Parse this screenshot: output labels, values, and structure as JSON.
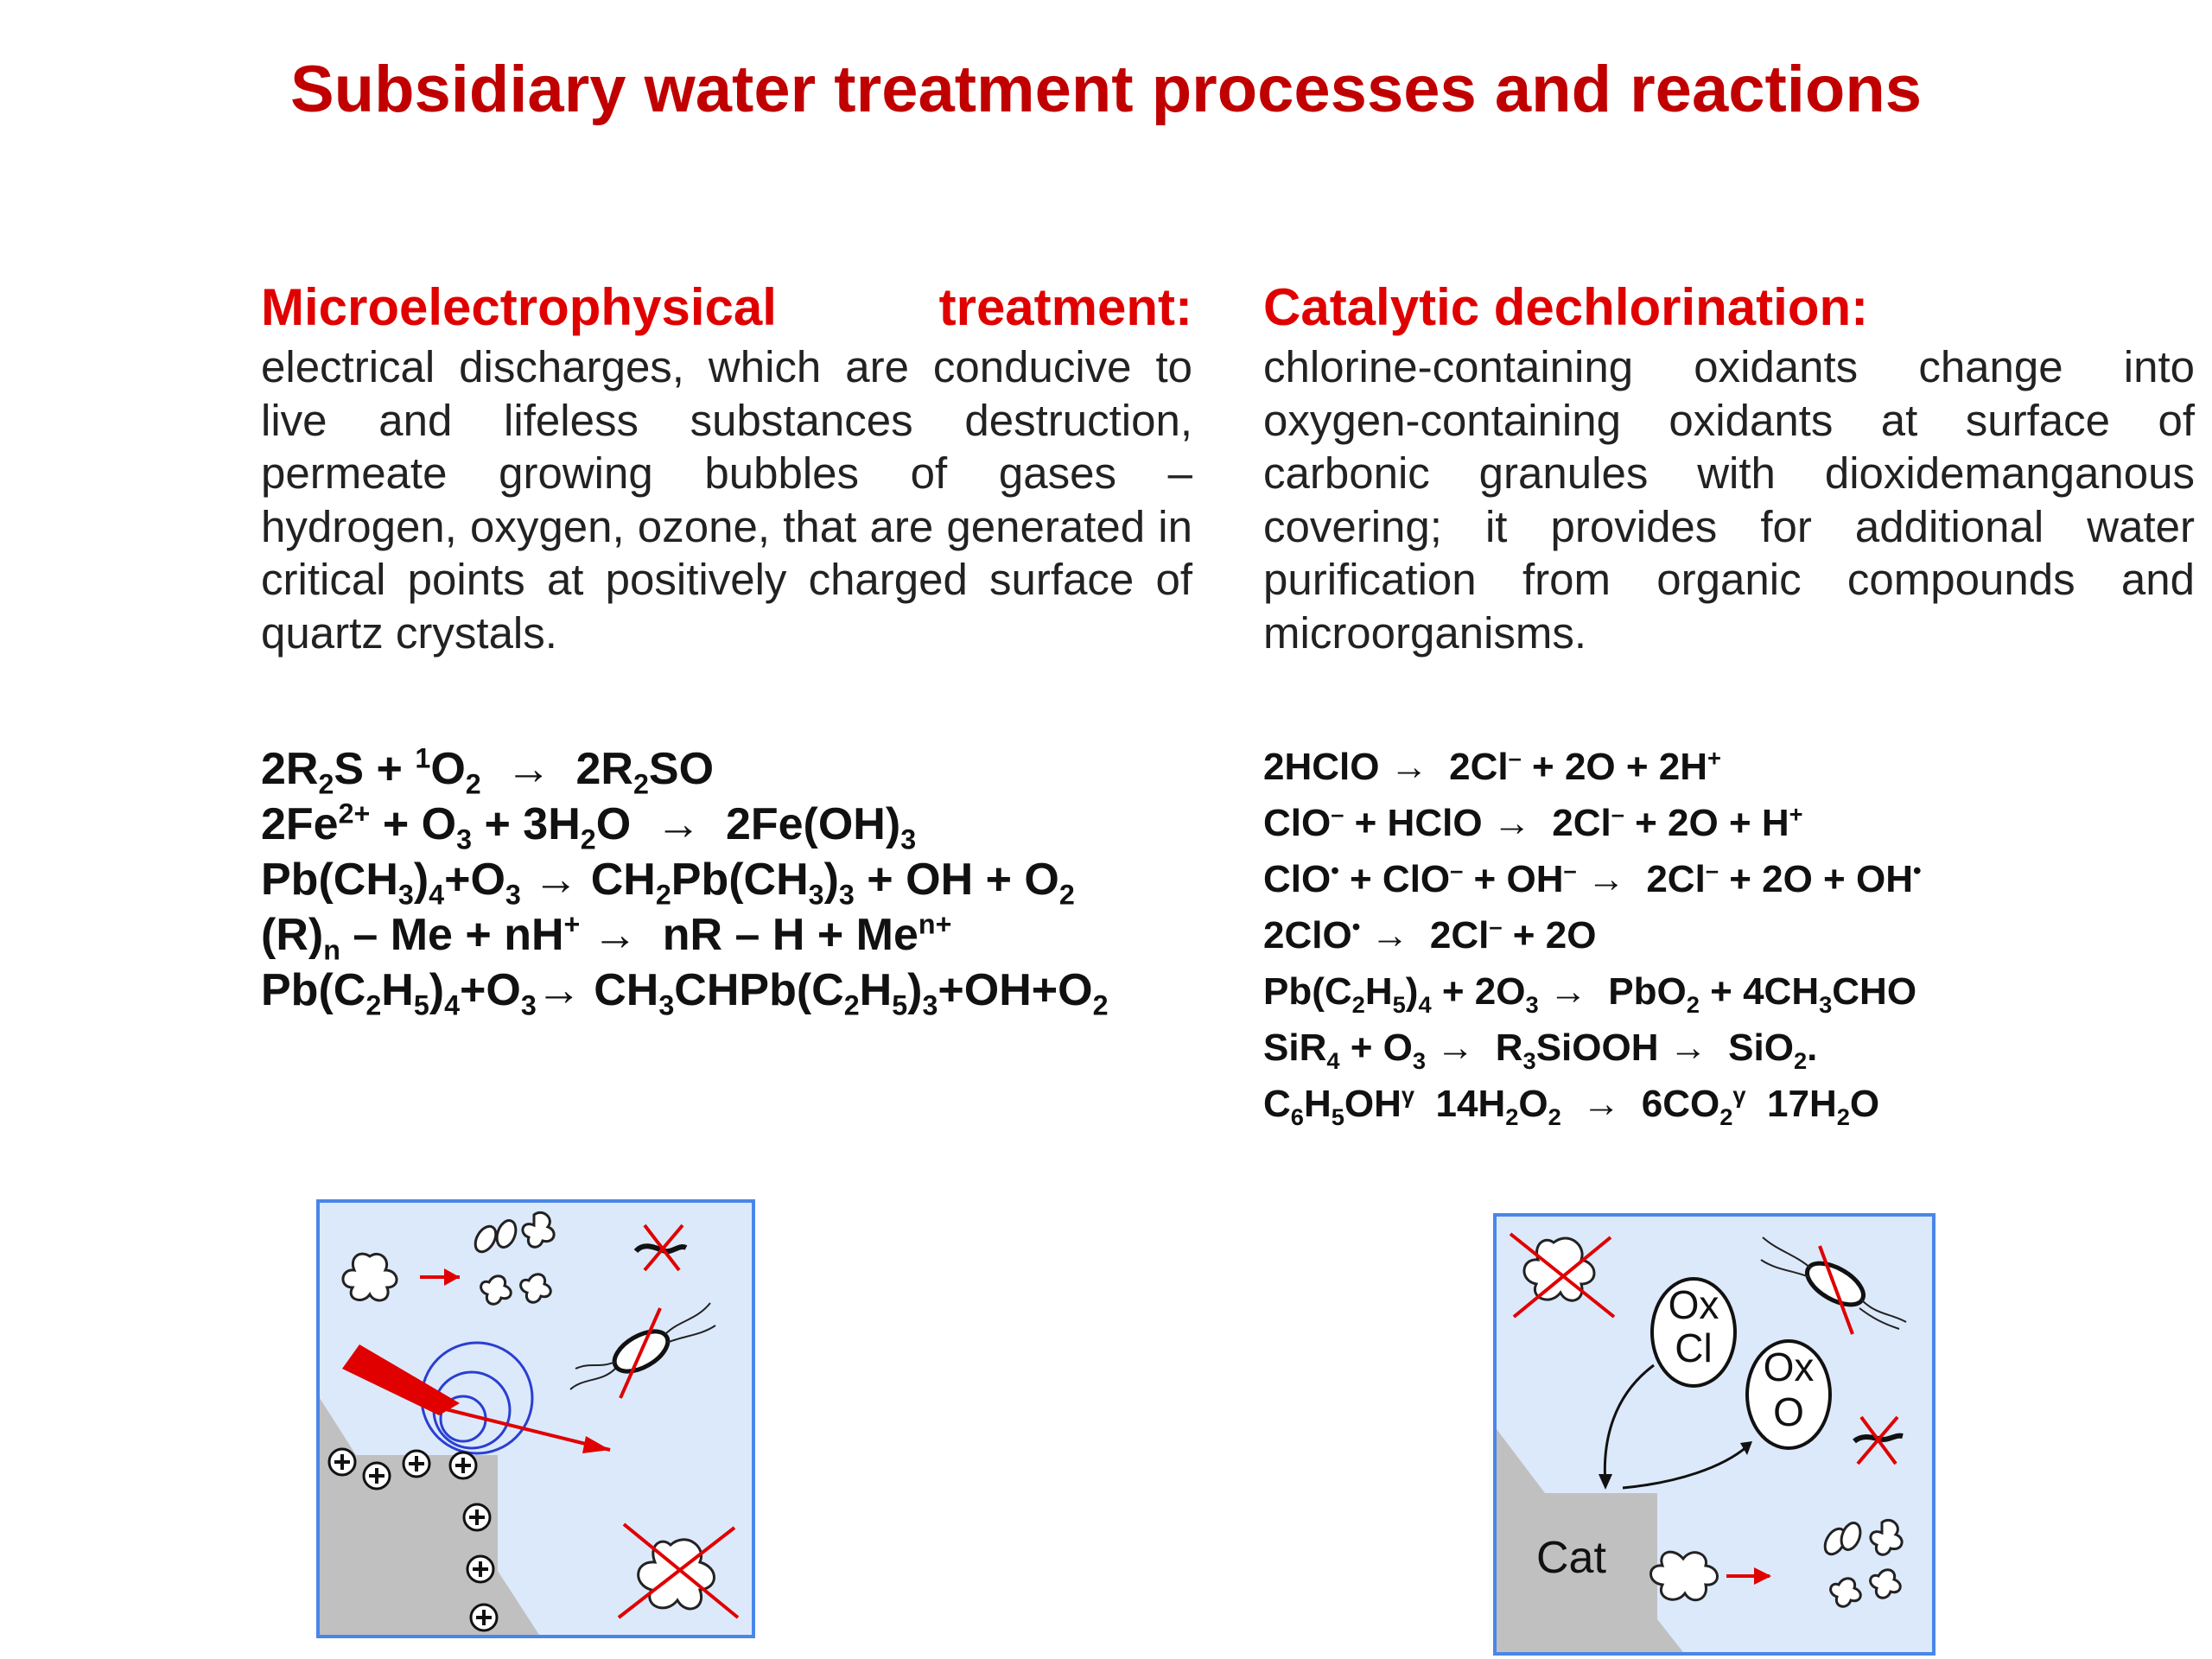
{
  "title": "Subsidiary water treatment processes and reactions",
  "left": {
    "heading": "Microelectrophysical treatment:",
    "description": "electrical discharges, which are conducive to live and lifeless substances destruction, permeate growing bubbles of gases – hydrogen, oxygen, ozone, that are generated in critical points at positively charged surface of quartz crystals.",
    "equations": [
      "2R<sub>2</sub>S + <sup>1</sup>O<sub>2</sub> &nbsp;→&nbsp; 2R<sub>2</sub>SO",
      "2Fe<sup>2+</sup> + O<sub>3</sub> + 3H<sub>2</sub>O &nbsp;→&nbsp; 2Fe(OH)<sub>3</sub>",
      "Pb(CH<sub>3</sub>)<sub>4</sub>+O<sub>3</sub> → CH<sub>2</sub>Pb(CH<sub>3</sub>)<sub>3</sub> + OH + O<sub>2</sub>",
      "(R)<sub>n</sub> – Me + nH<sup>+</sup> → &nbsp;nR – H + Me<sup>n+</sup>",
      "Pb(C<sub>2</sub>H<sub>5</sub>)<sub>4</sub>+O<sub>3</sub>→ CH<sub>3</sub>CHPb(C<sub>2</sub>H<sub>5</sub>)<sub>3</sub>+OH+O<sub>2</sub>"
    ]
  },
  "right": {
    "heading": "Catalytic dechlorination:",
    "description": "chlorine-containing oxidants change into oxygen-containing oxidants at surface of carbonic granules with dioxidemanganous covering; it provides for additional water purification from organic compounds and microorganisms.",
    "equations": [
      "2HClO → &nbsp;2Cl<sup>–</sup> + 2O + 2H<sup>+</sup>",
      "ClO<sup>–</sup> + HClO → &nbsp;2Cl<sup>–</sup> + 2O + H<sup>+</sup>",
      "ClO<sup>•</sup> + ClO<sup>–</sup> + OH<sup>–</sup> → &nbsp;2Cl<sup>–</sup> + 2O + OH<sup>•</sup>",
      "2ClO<sup>•</sup> → &nbsp;2Cl<sup>–</sup> + 2O",
      "Pb(C<sub>2</sub>H<sub>5</sub>)<sub>4</sub> + 2O<sub>3</sub> → &nbsp;PbO<sub>2</sub> + 4CH<sub>3</sub>CHO",
      "SiR<sub>4</sub> + O<sub>3</sub> → &nbsp;R<sub>3</sub>SiOOH → &nbsp;SiO<sub>2</sub>.",
      "C<sub>6</sub>H<sub>5</sub>OH<sup>γ</sup> &nbsp;14H<sub>2</sub>O<sub>2</sub> &nbsp;→&nbsp; 6CO<sub>2</sub><sup>γ</sup> &nbsp;17H<sub>2</sub>O"
    ]
  },
  "diagram_right": {
    "label_ox_cl_1": "Ox",
    "label_ox_cl_2": "Cl",
    "label_ox_o_1": "Ox",
    "label_ox_o_2": "O",
    "label_cat": "Cat"
  },
  "colors": {
    "title": "#c00000",
    "heading": "#e00000",
    "diagram_bg": "#dce9fb",
    "diagram_border": "#4a86e8",
    "mark_red": "#e00000",
    "surface_gray": "#c0c0c0"
  }
}
